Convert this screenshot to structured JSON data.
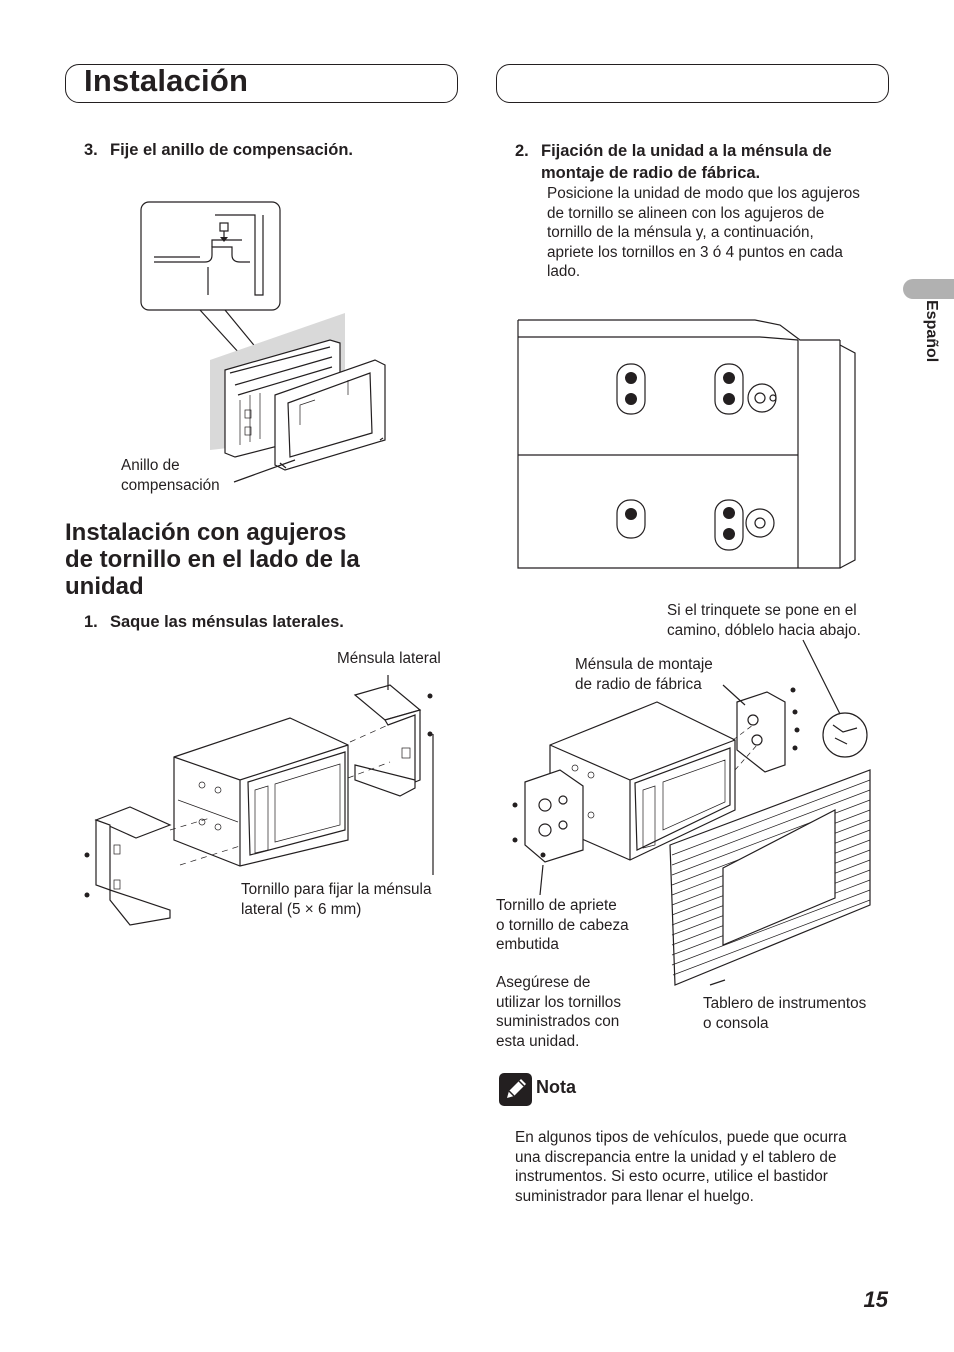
{
  "header": {
    "title": "Instalación"
  },
  "side_tab": {
    "language": "Español"
  },
  "left": {
    "step3": {
      "number": "3.",
      "text": "Fije el anillo de compensación."
    },
    "ring_label_line1": "Anillo de",
    "ring_label_line2": "compensación",
    "section_heading": [
      "Instalación con agujeros",
      "de tornillo en el lado de la",
      "unidad"
    ],
    "step1": {
      "number": "1.",
      "text": "Saque las ménsulas laterales."
    },
    "bracket_label": "Ménsula lateral",
    "screw_label_line1": "Tornillo para fijar la ménsula",
    "screw_label_line2": "lateral (5 × 6 mm)"
  },
  "right": {
    "step2": {
      "number": "2.",
      "line1": "Fijación de la unidad a la ménsula de",
      "line2": "montaje de radio de fábrica."
    },
    "step2_body": [
      "Posicione la unidad de modo que los agujeros",
      "de tornillo se alineen con los agujeros de",
      "tornillo de la ménsula y, a continuación,",
      "apriete los tornillos en 3 ó 4 puntos en cada",
      "lado."
    ],
    "ratchet_label": [
      "Si el trinquete se pone en el",
      "camino, dóblelo hacia abajo."
    ],
    "factory_bracket_label": [
      "Ménsula de montaje",
      "de radio de fábrica"
    ],
    "screw_type_label": [
      "Tornillo de apriete",
      "o tornillo de cabeza",
      "embutida"
    ],
    "supplied_screws_label": [
      "Asegúrese de",
      "utilizar los tornillos",
      "suministrados con",
      "esta unidad."
    ],
    "dashboard_label": [
      "Tablero de instrumentos",
      "o consola"
    ],
    "note_title": "Nota",
    "note_body": [
      "En algunos tipos de vehículos, puede que ocurra",
      "una discrepancia entre la unidad y el tablero de",
      "instrumentos. Si esto ocurre, utilice el bastidor",
      "suministrador para llenar el huelgo."
    ]
  },
  "footer": {
    "page_number": "15"
  }
}
